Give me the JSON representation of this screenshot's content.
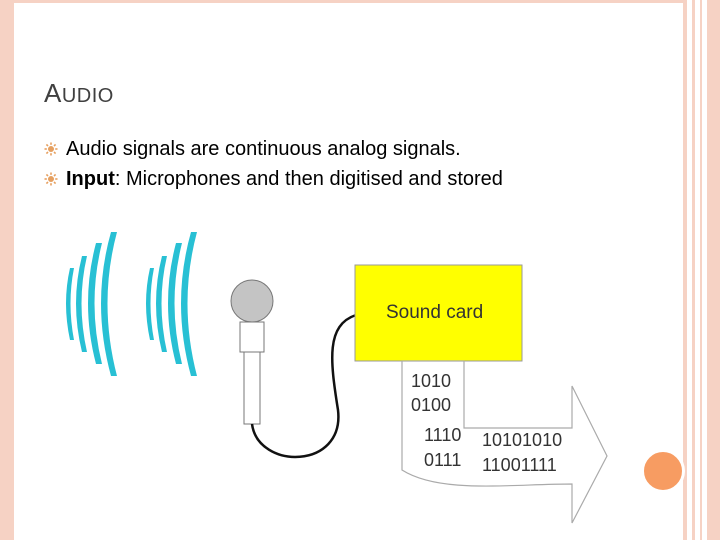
{
  "slide": {
    "title_first": "A",
    "title_rest": "UDIO",
    "bullets": [
      {
        "bold": "",
        "text": "Audio signals are continuous analog signals."
      },
      {
        "bold": "Input",
        "text": ": Microphones and then digitised and stored"
      }
    ]
  },
  "diagram": {
    "sound_card_label": "Sound card",
    "bits": [
      "1010",
      "0100",
      "1110",
      "0111",
      "10101010",
      "11001111"
    ]
  },
  "colors": {
    "frame": "#f6d2c4",
    "accent_dot": "#f79c62",
    "sound_card": "#ffff00",
    "waves": "#28c0d4"
  }
}
